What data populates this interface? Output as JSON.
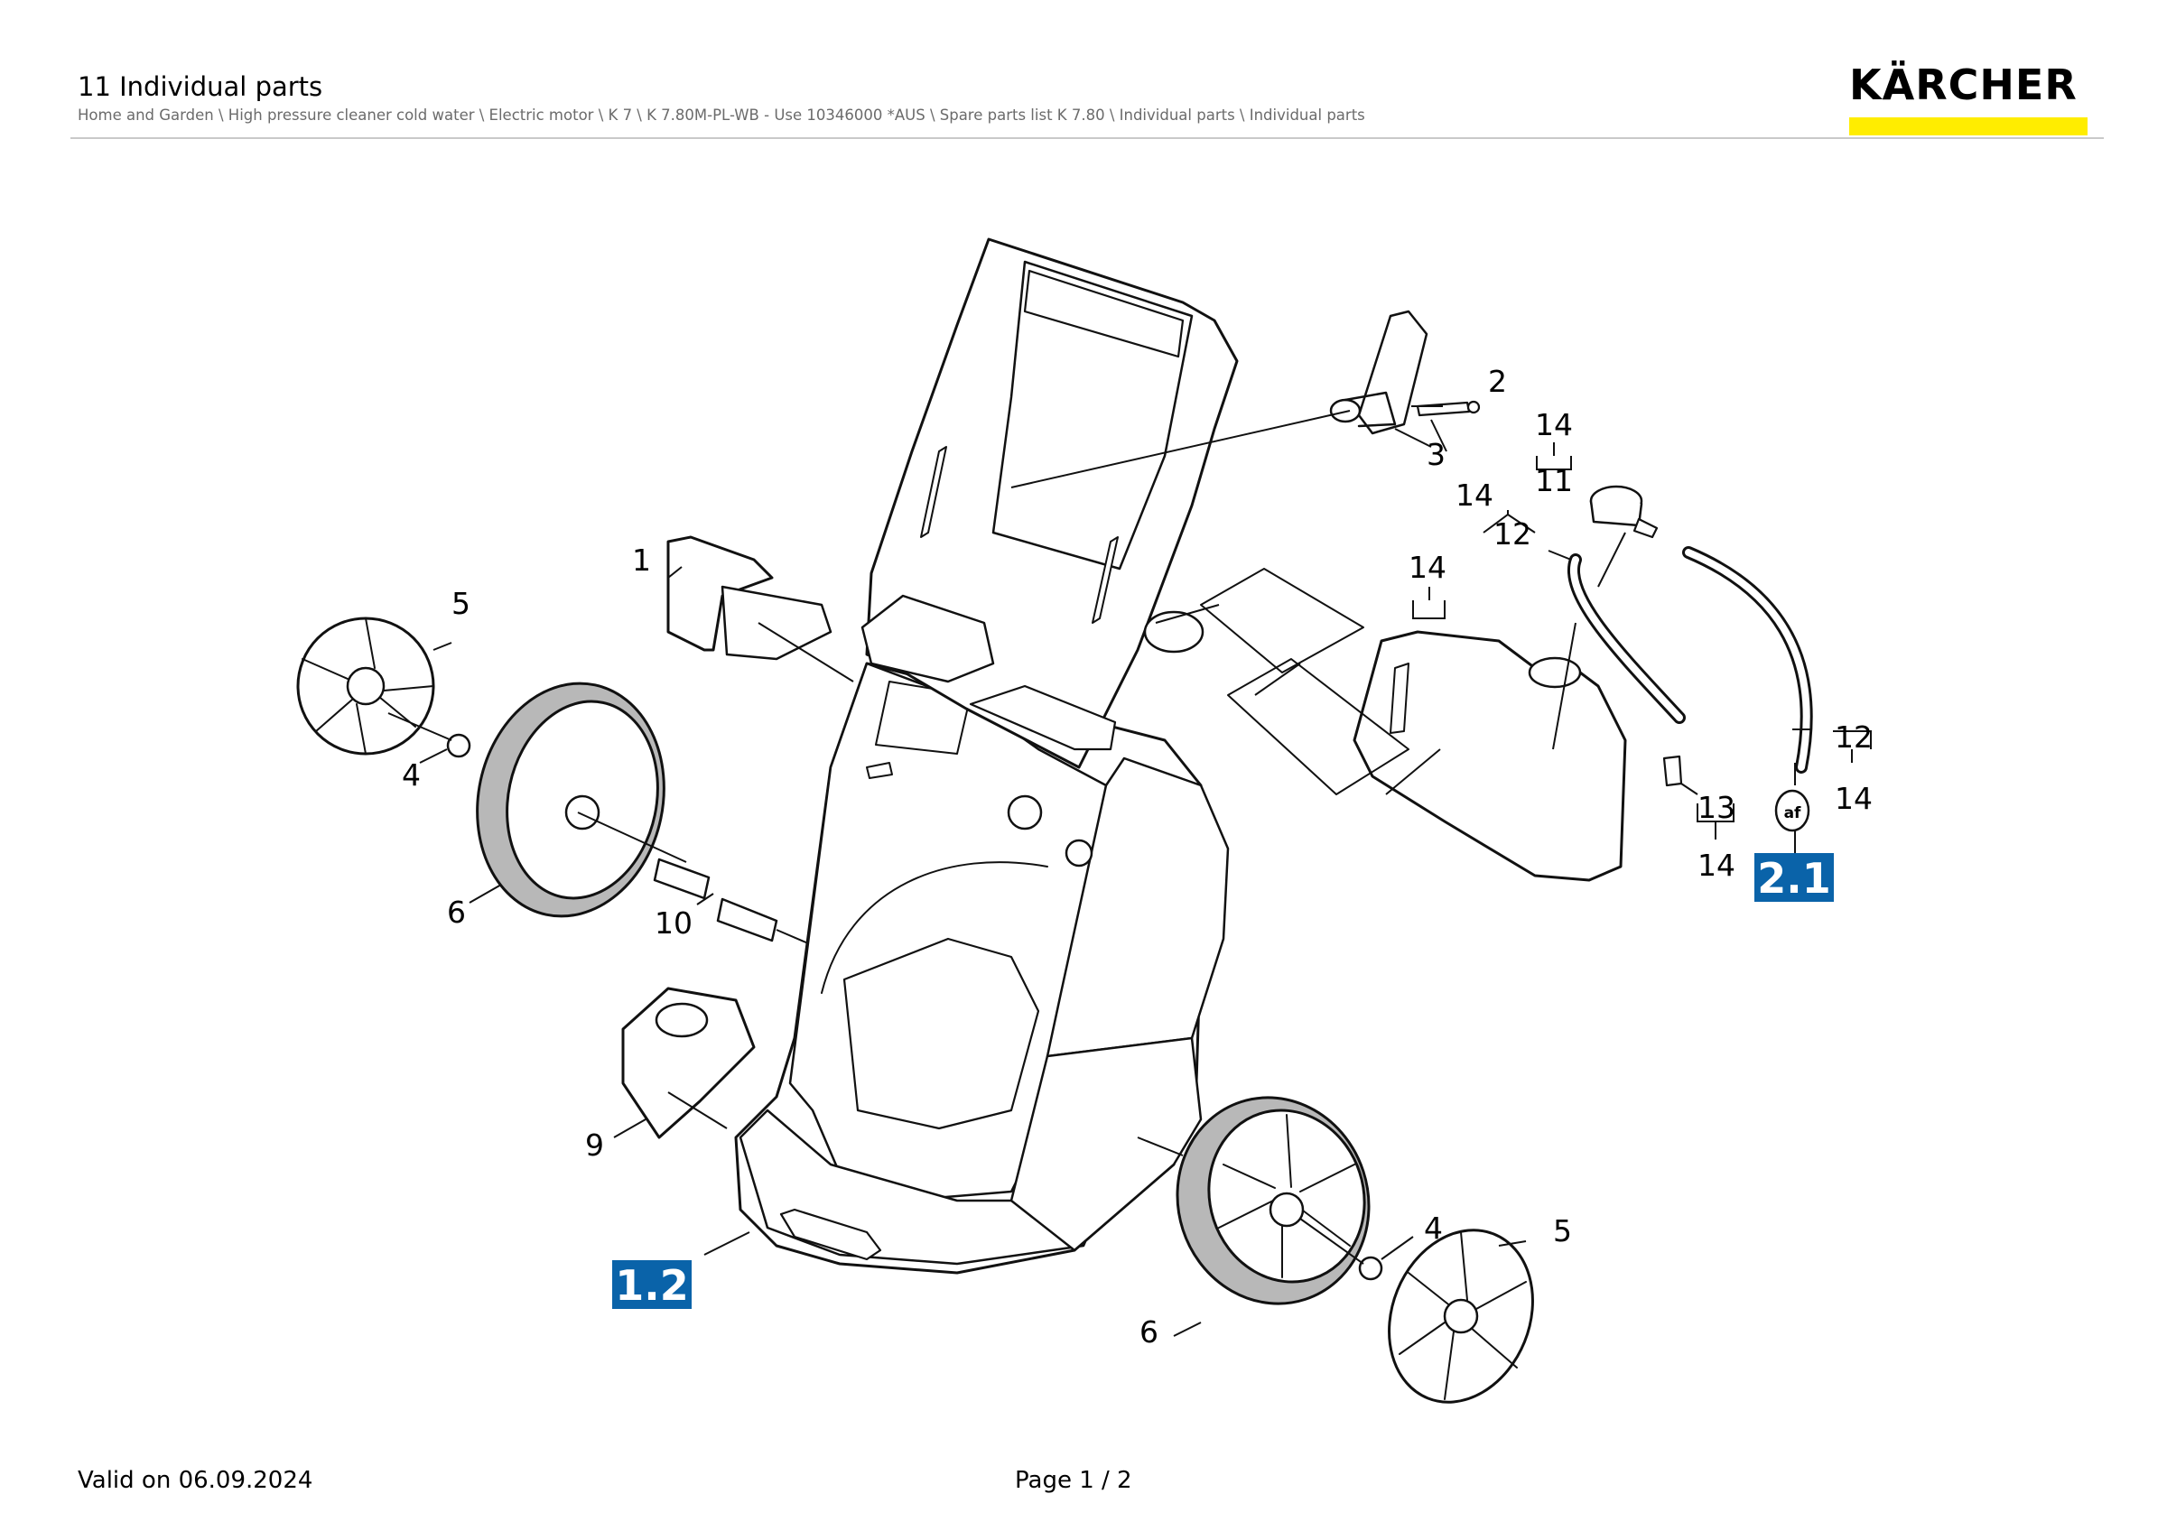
{
  "header": {
    "title": "11 Individual parts",
    "breadcrumb": "Home and Garden \\ High pressure cleaner cold water \\ Electric motor \\ K 7 \\ K 7.80M-PL-WB - Use 10346000 *AUS \\ Spare parts list K 7.80 \\ Individual parts \\ Individual parts"
  },
  "brand": {
    "logo_text": "KÄRCHER",
    "accent_color": "#ffed00",
    "group_label_color": "#0a63a9"
  },
  "diagram": {
    "callouts": {
      "c1": "1",
      "c2": "2",
      "c3": "3",
      "c4a": "4",
      "c4b": "4",
      "c5a": "5",
      "c5b": "5",
      "c6a": "6",
      "c6b": "6",
      "c9": "9",
      "c10": "10",
      "c11": "11",
      "c12a": "12",
      "c12b": "12",
      "c13": "13",
      "c14a": "14",
      "c14b": "14",
      "c14c": "14",
      "c14d": "14",
      "c14e": "14"
    },
    "group_labels": {
      "g21": "2.1",
      "g12": "1.2"
    },
    "nozzle_label": "af"
  },
  "footer": {
    "valid": "Valid on 06.09.2024",
    "page": "Page 1 / 2"
  }
}
